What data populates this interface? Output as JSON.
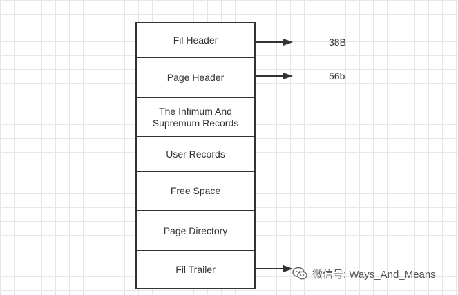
{
  "blocks": [
    {
      "label": "Fil Header"
    },
    {
      "label": "Page Header"
    },
    {
      "label": "The Infimum And\nSupremum Records"
    },
    {
      "label": "User Records"
    },
    {
      "label": "Free Space"
    },
    {
      "label": "Page Directory"
    },
    {
      "label": "Fil Trailer"
    }
  ],
  "annotations": {
    "fil_header_size": "38B",
    "page_header_size": "56b"
  },
  "watermark": {
    "text": "微信号: Ways_And_Means",
    "icon": "wechat-icon"
  },
  "colors": {
    "grid": "#e6e6e6",
    "stroke": "#333333"
  }
}
